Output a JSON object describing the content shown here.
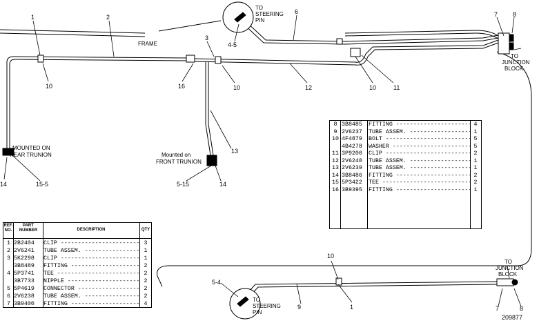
{
  "diagram": {
    "callouts": {
      "c1": "1",
      "c2": "2",
      "c3": "3",
      "c4_5": "4-5",
      "c6": "6",
      "c7": "7",
      "c8": "8",
      "c10a": "10",
      "c16": "16",
      "c10b": "10",
      "c12": "12",
      "c10c": "10",
      "c11": "11",
      "c13": "13",
      "c14a": "14",
      "c15_5": "15-5",
      "c5_15": "5-15",
      "c14b": "14",
      "c10d": "10",
      "c5_4": "5-4",
      "c9": "9",
      "c1b": "1",
      "c7b": "7",
      "c8b": "8"
    },
    "labels": {
      "frame": "FRAME",
      "to_steering_pin_top": [
        "TO",
        "STEERING",
        "PIN"
      ],
      "to_junction_block_top": [
        "TO",
        "JUNCTION",
        "BLOCK"
      ],
      "mounted_rear": [
        "MOUNTED ON",
        "REAR TRUNION"
      ],
      "mounted_front": [
        "Mounted on",
        "FRONT TRUNION"
      ],
      "to_steering_pin_bottom": [
        "TO",
        "STEERING",
        "PIN"
      ],
      "to_junction_block_bottom": [
        "TO",
        "JUNCTION",
        "BLOCK"
      ]
    },
    "figure_number": "209877"
  },
  "right_table": {
    "rows": [
      {
        "ref": "8",
        "part": "3B8485",
        "desc": "FITTING",
        "qty": "4"
      },
      {
        "ref": "9",
        "part": "2V6237",
        "desc": "TUBE ASSEM.",
        "qty": "1"
      },
      {
        "ref": "10",
        "part": "4F4879",
        "desc": "BOLT",
        "qty": "5"
      },
      {
        "ref": "",
        "part": "4B4278",
        "desc": "WASHER",
        "qty": "5"
      },
      {
        "ref": "11",
        "part": "3P9200",
        "desc": "CLIP",
        "qty": "2"
      },
      {
        "ref": "12",
        "part": "2V6240",
        "desc": "TUBE ASSEM.",
        "qty": "1"
      },
      {
        "ref": "13",
        "part": "2V6239",
        "desc": "TUBE ASSEM.",
        "qty": "1"
      },
      {
        "ref": "14",
        "part": "3B8486",
        "desc": "FITTING",
        "qty": "2"
      },
      {
        "ref": "15",
        "part": "5P3422",
        "desc": "TEE",
        "qty": "2"
      },
      {
        "ref": "16",
        "part": "3B9395",
        "desc": "FITTING",
        "qty": "1"
      }
    ]
  },
  "left_table": {
    "headers": {
      "ref": "REF. NO.",
      "part": "PART NUMBER",
      "desc": "DESCRIPTION",
      "qty": "QTY"
    },
    "rows": [
      {
        "ref": "1",
        "part": "2B2404",
        "desc": "CLIP",
        "qty": "3"
      },
      {
        "ref": "2",
        "part": "2V6241",
        "desc": "TUBE ASSEM.",
        "qty": "1"
      },
      {
        "ref": "3",
        "part": "5K2298",
        "desc": "CLIP",
        "qty": "1"
      },
      {
        "ref": "",
        "part": "3B8489",
        "desc": "FITTING",
        "qty": "2"
      },
      {
        "ref": "4",
        "part": "5P3741",
        "desc": "TEE",
        "qty": "2"
      },
      {
        "ref": "",
        "part": "3B7733",
        "desc": "NIPPLE",
        "qty": "2"
      },
      {
        "ref": "5",
        "part": "5P4619",
        "desc": "CONNECTOR",
        "qty": "2"
      },
      {
        "ref": "6",
        "part": "2V6238",
        "desc": "TUBE ASSEM.",
        "qty": "2"
      },
      {
        "ref": "7",
        "part": "3B9400",
        "desc": "FITTING",
        "qty": "4"
      }
    ]
  }
}
